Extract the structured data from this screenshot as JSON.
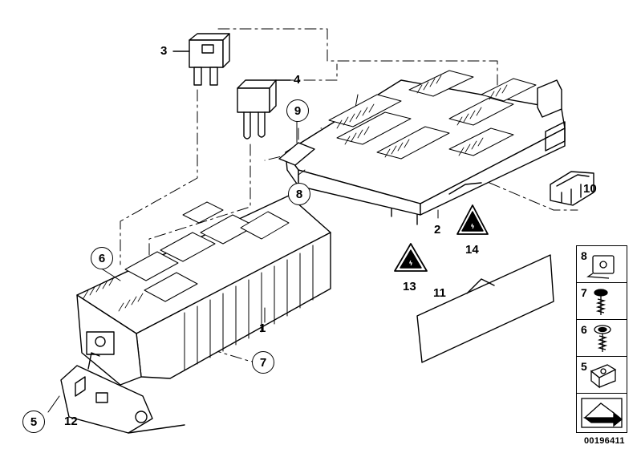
{
  "callouts": {
    "c1": "1",
    "c2": "2",
    "c3": "3",
    "c4": "4",
    "c5": "5",
    "c6": "6",
    "c7": "7",
    "c8": "8",
    "c9": "9",
    "c10": "10",
    "c11": "11",
    "c12": "12",
    "c13": "13",
    "c14": "14"
  },
  "legend": {
    "tile_8": "8",
    "tile_7": "7",
    "tile_6": "6",
    "tile_5": "5"
  },
  "document_id": "00196411"
}
